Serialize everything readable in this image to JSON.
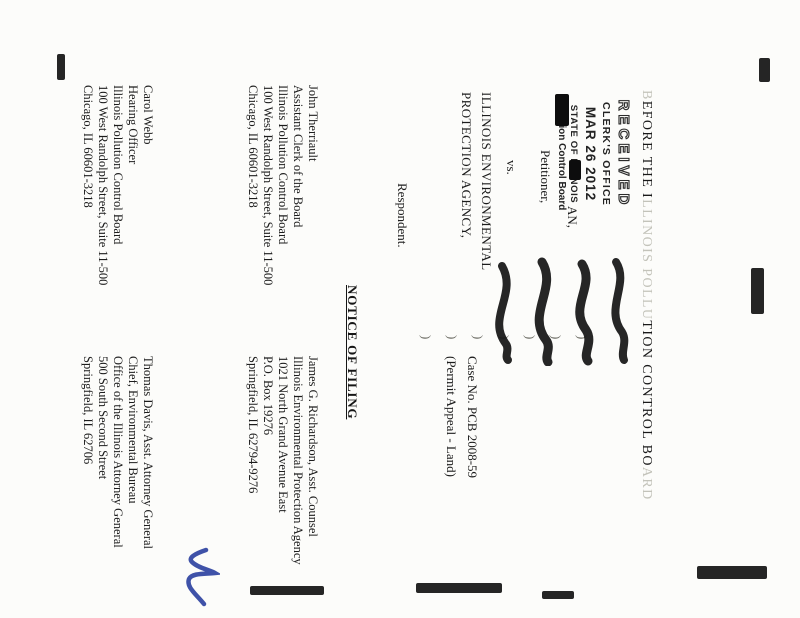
{
  "stamp": {
    "received": "RECEIVED",
    "clerks_office": "CLERK'S OFFICE",
    "date": "MAR 26 2012",
    "state": "STATE OF ILLINOIS",
    "board": "Pollution Control Board"
  },
  "title": {
    "part1_faint": "B",
    "part2": "EFORE THE I",
    "part3_faint": "LLINOIS POLLU",
    "part4": "TION CONTROL BO",
    "part5_faint": "ARD"
  },
  "caption": {
    "petitioner_fragment": "AN,",
    "petitioner_label": "Petitioner,",
    "vs": "vs.",
    "respondent_line1": "ILLINOIS ENVIRONMENTAL",
    "respondent_line2": "PROTECTION AGENCY,",
    "respondent_label": "Respondent.",
    "case_number": "Case No. PCB 2008-59",
    "case_type": "(Permit Appeal - Land)",
    "paren": ")"
  },
  "notice_heading": "NOTICE OF FILING",
  "service": {
    "left": [
      {
        "lines": [
          "John Therriault",
          "Assistant Clerk of the Board",
          "Illinois Pollution Control Board",
          "100 West Randolph Street, Suite 11-500",
          "Chicago, IL  60601-3218"
        ]
      },
      {
        "lines": [
          "Carol Webb",
          "Hearing Officer",
          "Illinois Pollution Control Board",
          "100 West Randolph Street, Suite 11-500",
          "Chicago, IL  60601-3218"
        ]
      }
    ],
    "right": [
      {
        "lines": [
          "James G. Richardson, Asst. Counsel",
          "Illinois Environmental Protection Agency",
          "1021 North Grand Avenue East",
          "P.O. Box 19276",
          "Springfield, IL  62794-9276"
        ]
      },
      {
        "lines": [
          "Thomas Davis, Asst. Attorney General",
          "Chief, Environmental Bureau",
          "Office of the Illinois Attorney General",
          "500 South Second Street",
          "Springfield, IL  62706"
        ]
      }
    ]
  },
  "ink": {
    "blue": "#2a3f9f",
    "black": "#121212"
  }
}
